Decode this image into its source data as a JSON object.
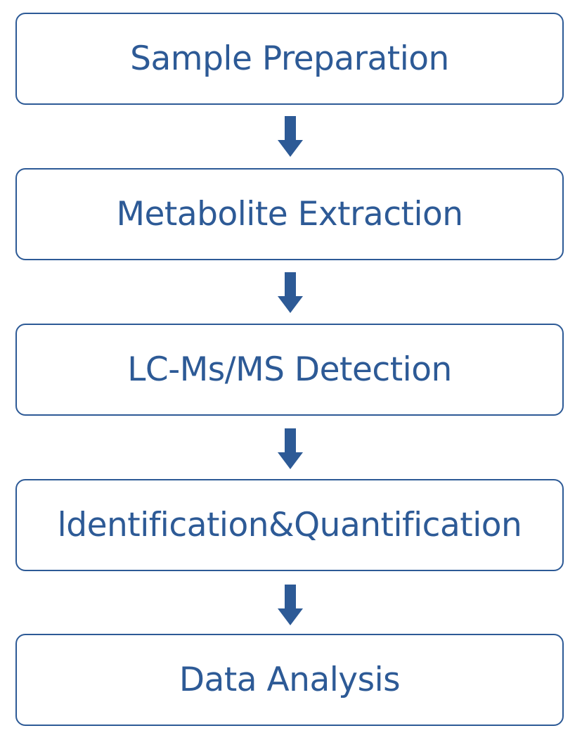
{
  "diagram": {
    "steps": [
      {
        "label": "Sample Preparation"
      },
      {
        "label": "Metabolite Extraction"
      },
      {
        "label": "LC-Ms/MS Detection"
      },
      {
        "label": "ldentification&Quantification"
      },
      {
        "label": "Data Analysis"
      }
    ],
    "colors": {
      "accent": "#2d5a96",
      "background": "#ffffff"
    },
    "connector_icon": "arrow-down-icon"
  }
}
